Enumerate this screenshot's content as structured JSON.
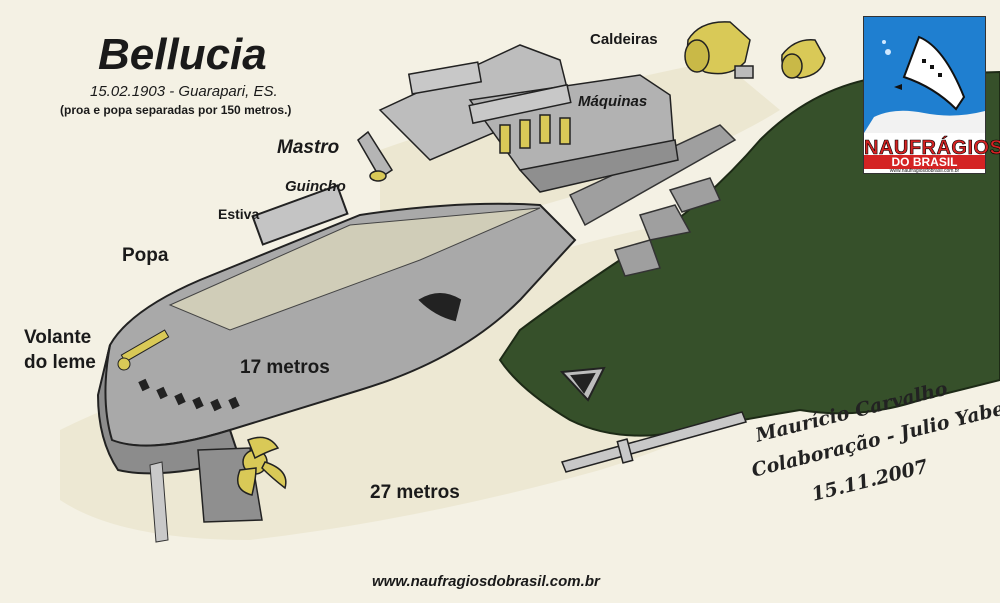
{
  "title": "Bellucia",
  "date_location": "15.02.1903 - Guarapari, ES.",
  "note": "(proa e popa separadas por 150 metros.)",
  "labels": {
    "caldeiras": "Caldeiras",
    "maquinas": "Máquinas",
    "mastro": "Mastro",
    "guincho": "Guincho",
    "estiva": "Estiva",
    "popa": "Popa",
    "volante_line1": "Volante",
    "volante_line2": "do leme",
    "depth_17": "17 metros",
    "depth_27": "27 metros"
  },
  "credits": {
    "author": "Maurício Carvalho",
    "collaboration": "Colaboração - Julio Yaber",
    "date": "15.11.2007"
  },
  "website": "www.naufragiosdobrasil.com.br",
  "logo": {
    "brand": "NAUFRÁGIOS",
    "sub": "DO BRASIL",
    "url": "www.naufragiosdobrasil.com.br"
  },
  "colors": {
    "background": "#f4f1e4",
    "reef": "#36502a",
    "hull": "#a9a9a9",
    "brass": "#d9c957",
    "logo_blue": "#1f7fd0",
    "logo_red": "#d42323"
  }
}
